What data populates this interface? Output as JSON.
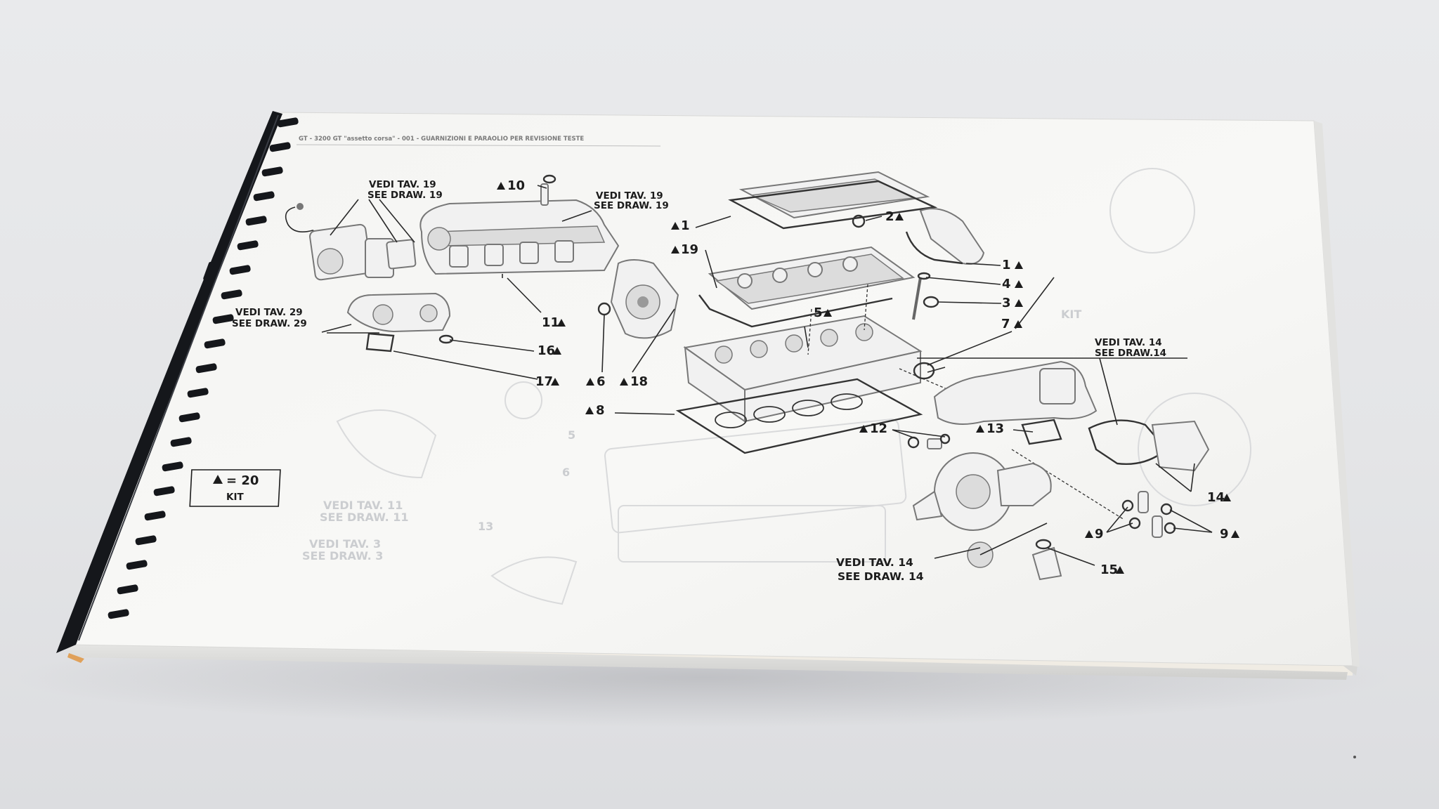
{
  "header": {
    "text": "GT - 3200 GT \"assetto corsa\" - 001 - GUARNIZIONI E PARAOLIO PER REVISIONE TESTE"
  },
  "refs": {
    "vedi19": "VEDI TAV. 19",
    "see19": "SEE DRAW. 19",
    "vedi19b": "VEDI TAV. 19",
    "see19b": "SEE DRAW. 19",
    "vedi29": "VEDI TAV. 29",
    "see29": "SEE DRAW. 29",
    "vedi14a": "VEDI TAV. 14",
    "see14a": "SEE DRAW.14",
    "vedi14b": "VEDI TAV. 14",
    "see14b": "SEE DRAW. 14"
  },
  "callouts": {
    "c10": "10",
    "c1a": "1",
    "c2": "2",
    "c19": "19",
    "c1b": "1",
    "c4": "4",
    "c3": "3",
    "c11": "11",
    "c5": "5",
    "c7": "7",
    "c16": "16",
    "c17": "17",
    "c6": "6",
    "c18": "18",
    "c8": "8",
    "c12": "12",
    "c13": "13",
    "c14": "14",
    "c9a": "9",
    "c9b": "9",
    "c15": "15"
  },
  "kit_box": {
    "value": "= 20",
    "label": "KIT"
  },
  "colors": {
    "background": "#e6e7e9",
    "page": "#f7f7f5",
    "binding": "#15171b",
    "ink": "#1c1c1c"
  },
  "icons": {
    "marker": "triangle-marker-icon"
  }
}
